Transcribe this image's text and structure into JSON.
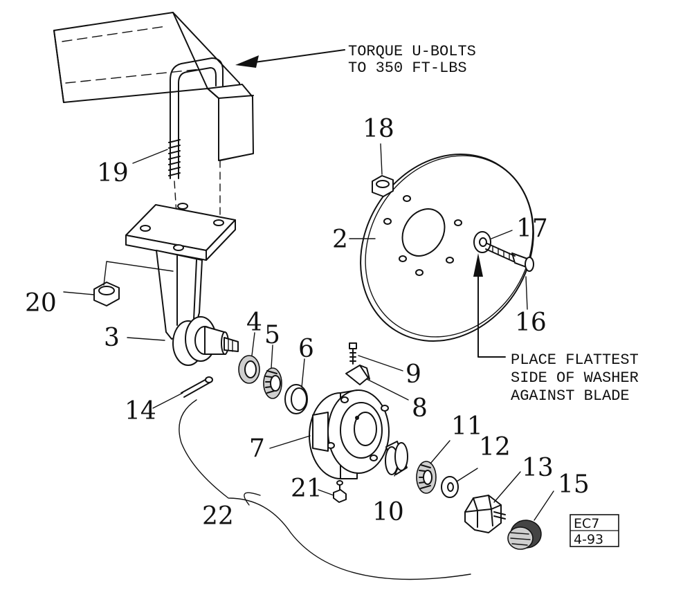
{
  "notes": {
    "torque": [
      "TORQUE U-BOLTS",
      "TO 350 FT-LBS"
    ],
    "washer": [
      "PLACE FLATTEST",
      "SIDE OF WASHER",
      "AGAINST BLADE"
    ]
  },
  "stamp": [
    "EC7",
    "4-93"
  ],
  "callouts": {
    "c2": "2",
    "c3": "3",
    "c4": "4",
    "c5": "5",
    "c6": "6",
    "c7": "7",
    "c8": "8",
    "c9": "9",
    "c10": "10",
    "c11": "11",
    "c12": "12",
    "c13": "13",
    "c14": "14",
    "c15": "15",
    "c16": "16",
    "c17": "17",
    "c18": "18",
    "c19": "19",
    "c20": "20",
    "c21": "21",
    "c22": "22"
  }
}
